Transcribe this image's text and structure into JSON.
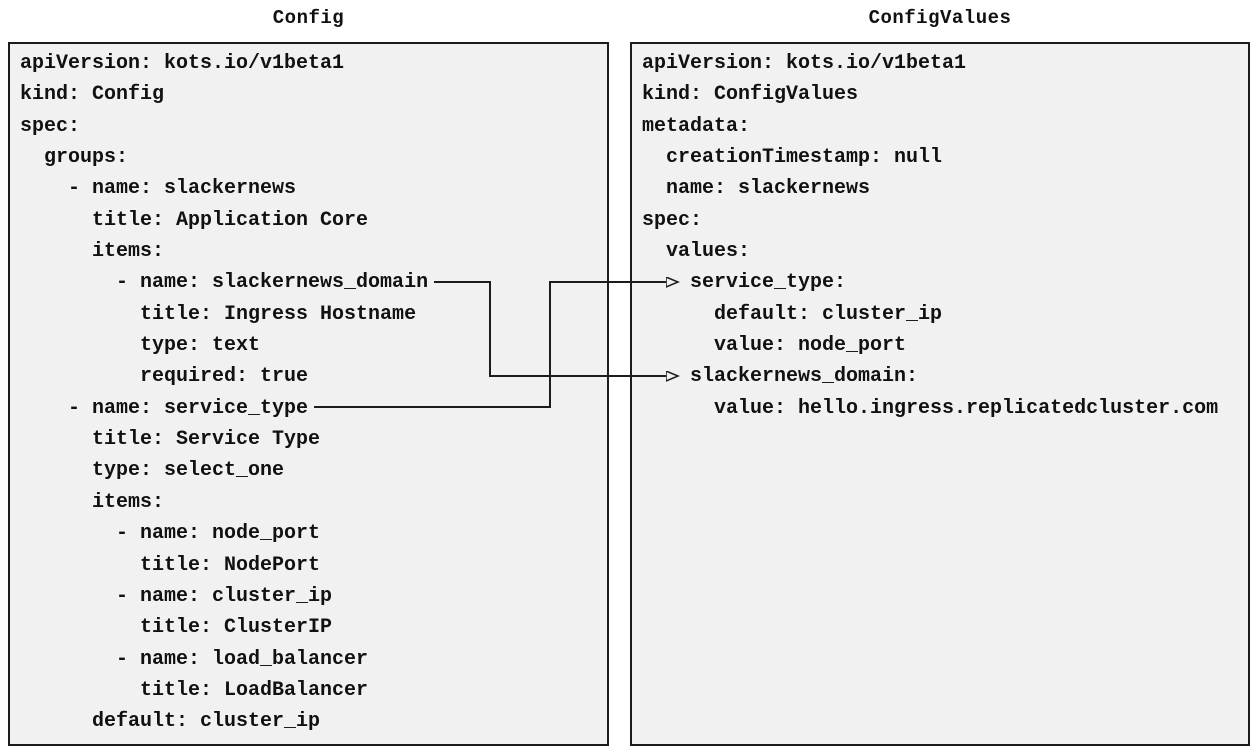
{
  "diagram": {
    "left_panel": {
      "title": "Config",
      "lines": [
        "apiVersion: kots.io/v1beta1",
        "kind: Config",
        "spec:",
        "  groups:",
        "    - name: slackernews",
        "      title: Application Core",
        "      items:",
        "        - name: slackernews_domain",
        "          title: Ingress Hostname",
        "          type: text",
        "          required: true",
        "    - name: service_type",
        "      title: Service Type",
        "      type: select_one",
        "      items:",
        "        - name: node_port",
        "          title: NodePort",
        "        - name: cluster_ip",
        "          title: ClusterIP",
        "        - name: load_balancer",
        "          title: LoadBalancer",
        "      default: cluster_ip"
      ]
    },
    "right_panel": {
      "title": "ConfigValues",
      "lines": [
        "apiVersion: kots.io/v1beta1",
        "kind: ConfigValues",
        "metadata:",
        "  creationTimestamp: null",
        "  name: slackernews",
        "spec:",
        "  values:",
        "    service_type:",
        "      default: cluster_ip",
        "      value: node_port",
        "    slackernews_domain:",
        "      value: hello.ingress.replicatedcluster.com"
      ]
    },
    "connections": [
      {
        "from": "Config item slackernews_domain",
        "to": "ConfigValues value slackernews_domain"
      },
      {
        "from": "Config item service_type",
        "to": "ConfigValues value service_type"
      }
    ],
    "colors": {
      "panel_bg": "#f1f1f1",
      "border": "#1c1c1c",
      "text": "#111111",
      "connector": "#1c1c1c"
    }
  }
}
